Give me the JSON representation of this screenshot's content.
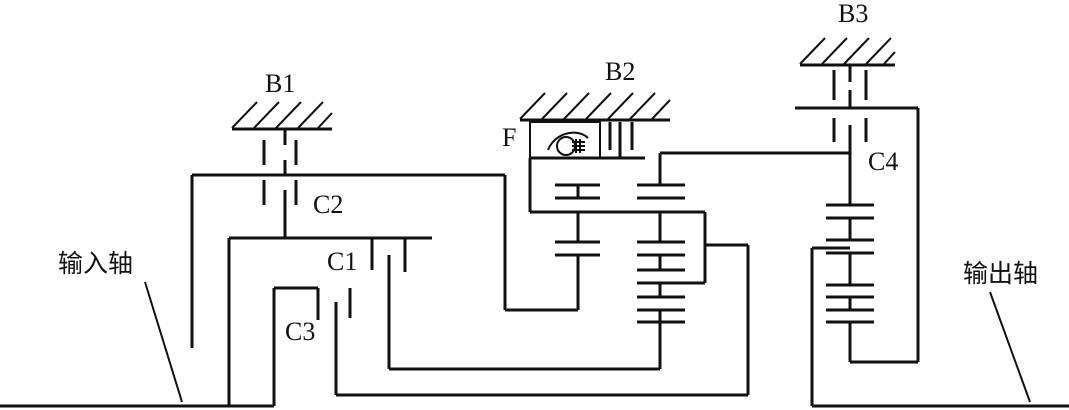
{
  "labels": {
    "b1": "B1",
    "b2": "B2",
    "b3": "B3",
    "c1": "C1",
    "c2": "C2",
    "c3": "C3",
    "c4": "C4",
    "f": "F",
    "input_shaft": "输入轴",
    "output_shaft": "输出轴"
  },
  "colors": {
    "line": "#111111",
    "background": "#ffffff"
  }
}
